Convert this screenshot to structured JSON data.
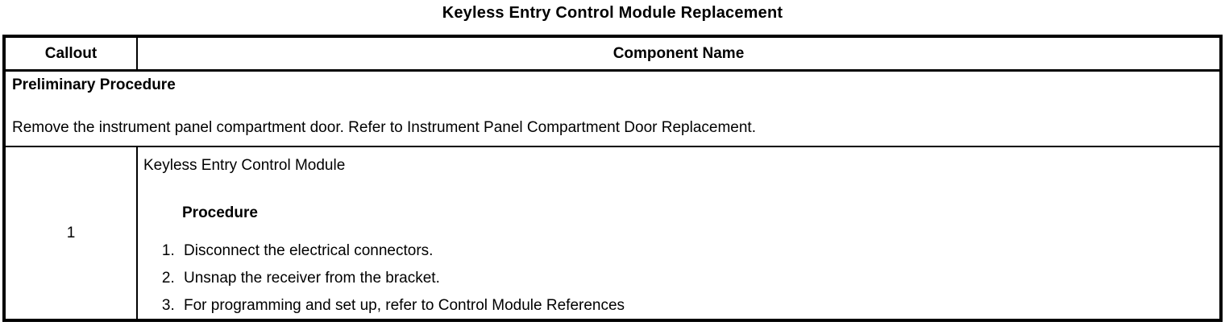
{
  "title": "Keyless Entry Control Module Replacement",
  "table": {
    "headers": {
      "callout": "Callout",
      "component": "Component Name"
    },
    "preliminary": {
      "heading": "Preliminary Procedure",
      "text": "Remove the instrument panel compartment door. Refer to Instrument Panel Compartment Door Replacement."
    },
    "row": {
      "callout": "1",
      "component_name": "Keyless Entry Control Module",
      "procedure_heading": "Procedure",
      "steps": [
        "Disconnect the electrical connectors.",
        "Unsnap the receiver from the bracket.",
        "For programming and set up, refer to Control Module References"
      ]
    }
  },
  "colors": {
    "text": "#000000",
    "background": "#ffffff",
    "border": "#000000"
  }
}
